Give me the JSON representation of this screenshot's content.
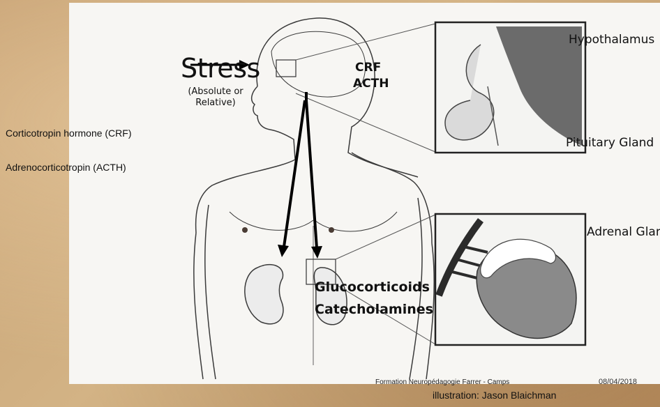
{
  "diagram": {
    "stress_label": "Stress",
    "stress_sub": "(Absolute or Relative)",
    "crf_label": "CRF",
    "acth_label": "ACTH",
    "hypothalamus_label": "Hypothalamus",
    "pituitary_label": "Pituitary Gland",
    "adrenal_label": "Adrenal Gland",
    "glucocorticoids_label": "Glucocorticoids",
    "catecholamines_label": "Catecholamines"
  },
  "definitions": {
    "crf": "Corticotropin  hormone (CRF)",
    "acth": "Adrenocorticotropin (ACTH)"
  },
  "footer": {
    "source": "Formation Neuropédagogie Farrer - Camps",
    "date": "08/04/2018",
    "credit": "illustration: Jason Blaichman"
  },
  "colors": {
    "background": "#c9a77a",
    "panel": "#f7f6f3",
    "ink": "#111111"
  }
}
